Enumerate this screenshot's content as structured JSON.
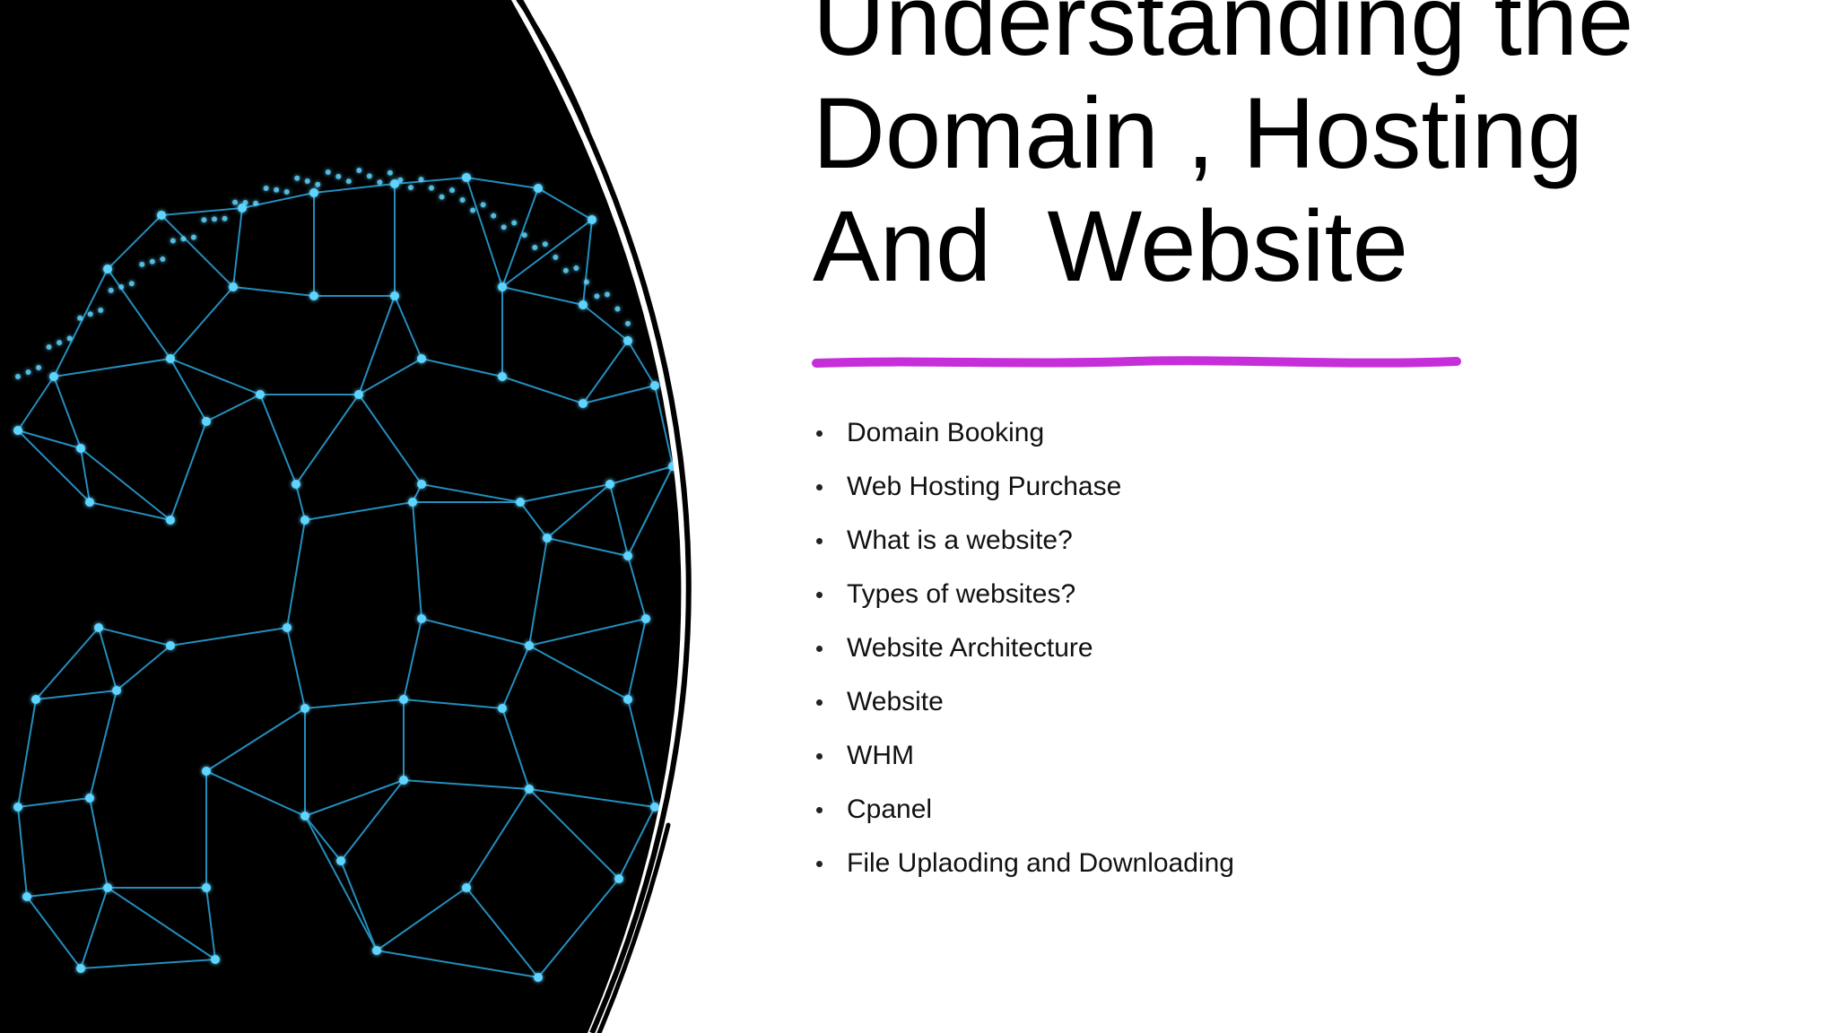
{
  "slide": {
    "title_lines": [
      "Understanding the",
      "Domain , Hosting",
      "And  Website"
    ],
    "accent_color": "#c52ed8",
    "image": {
      "description_icon": "network-globe-image",
      "line_color": "#2aa7e0",
      "node_color": "#5fd4ff",
      "background": "#000000"
    },
    "bullets": [
      "Domain Booking",
      "Web Hosting Purchase",
      "What is a website?",
      "Types of websites?",
      "Website Architecture",
      "Website",
      "WHM",
      "Cpanel",
      "File Uplaoding and Downloading"
    ]
  }
}
